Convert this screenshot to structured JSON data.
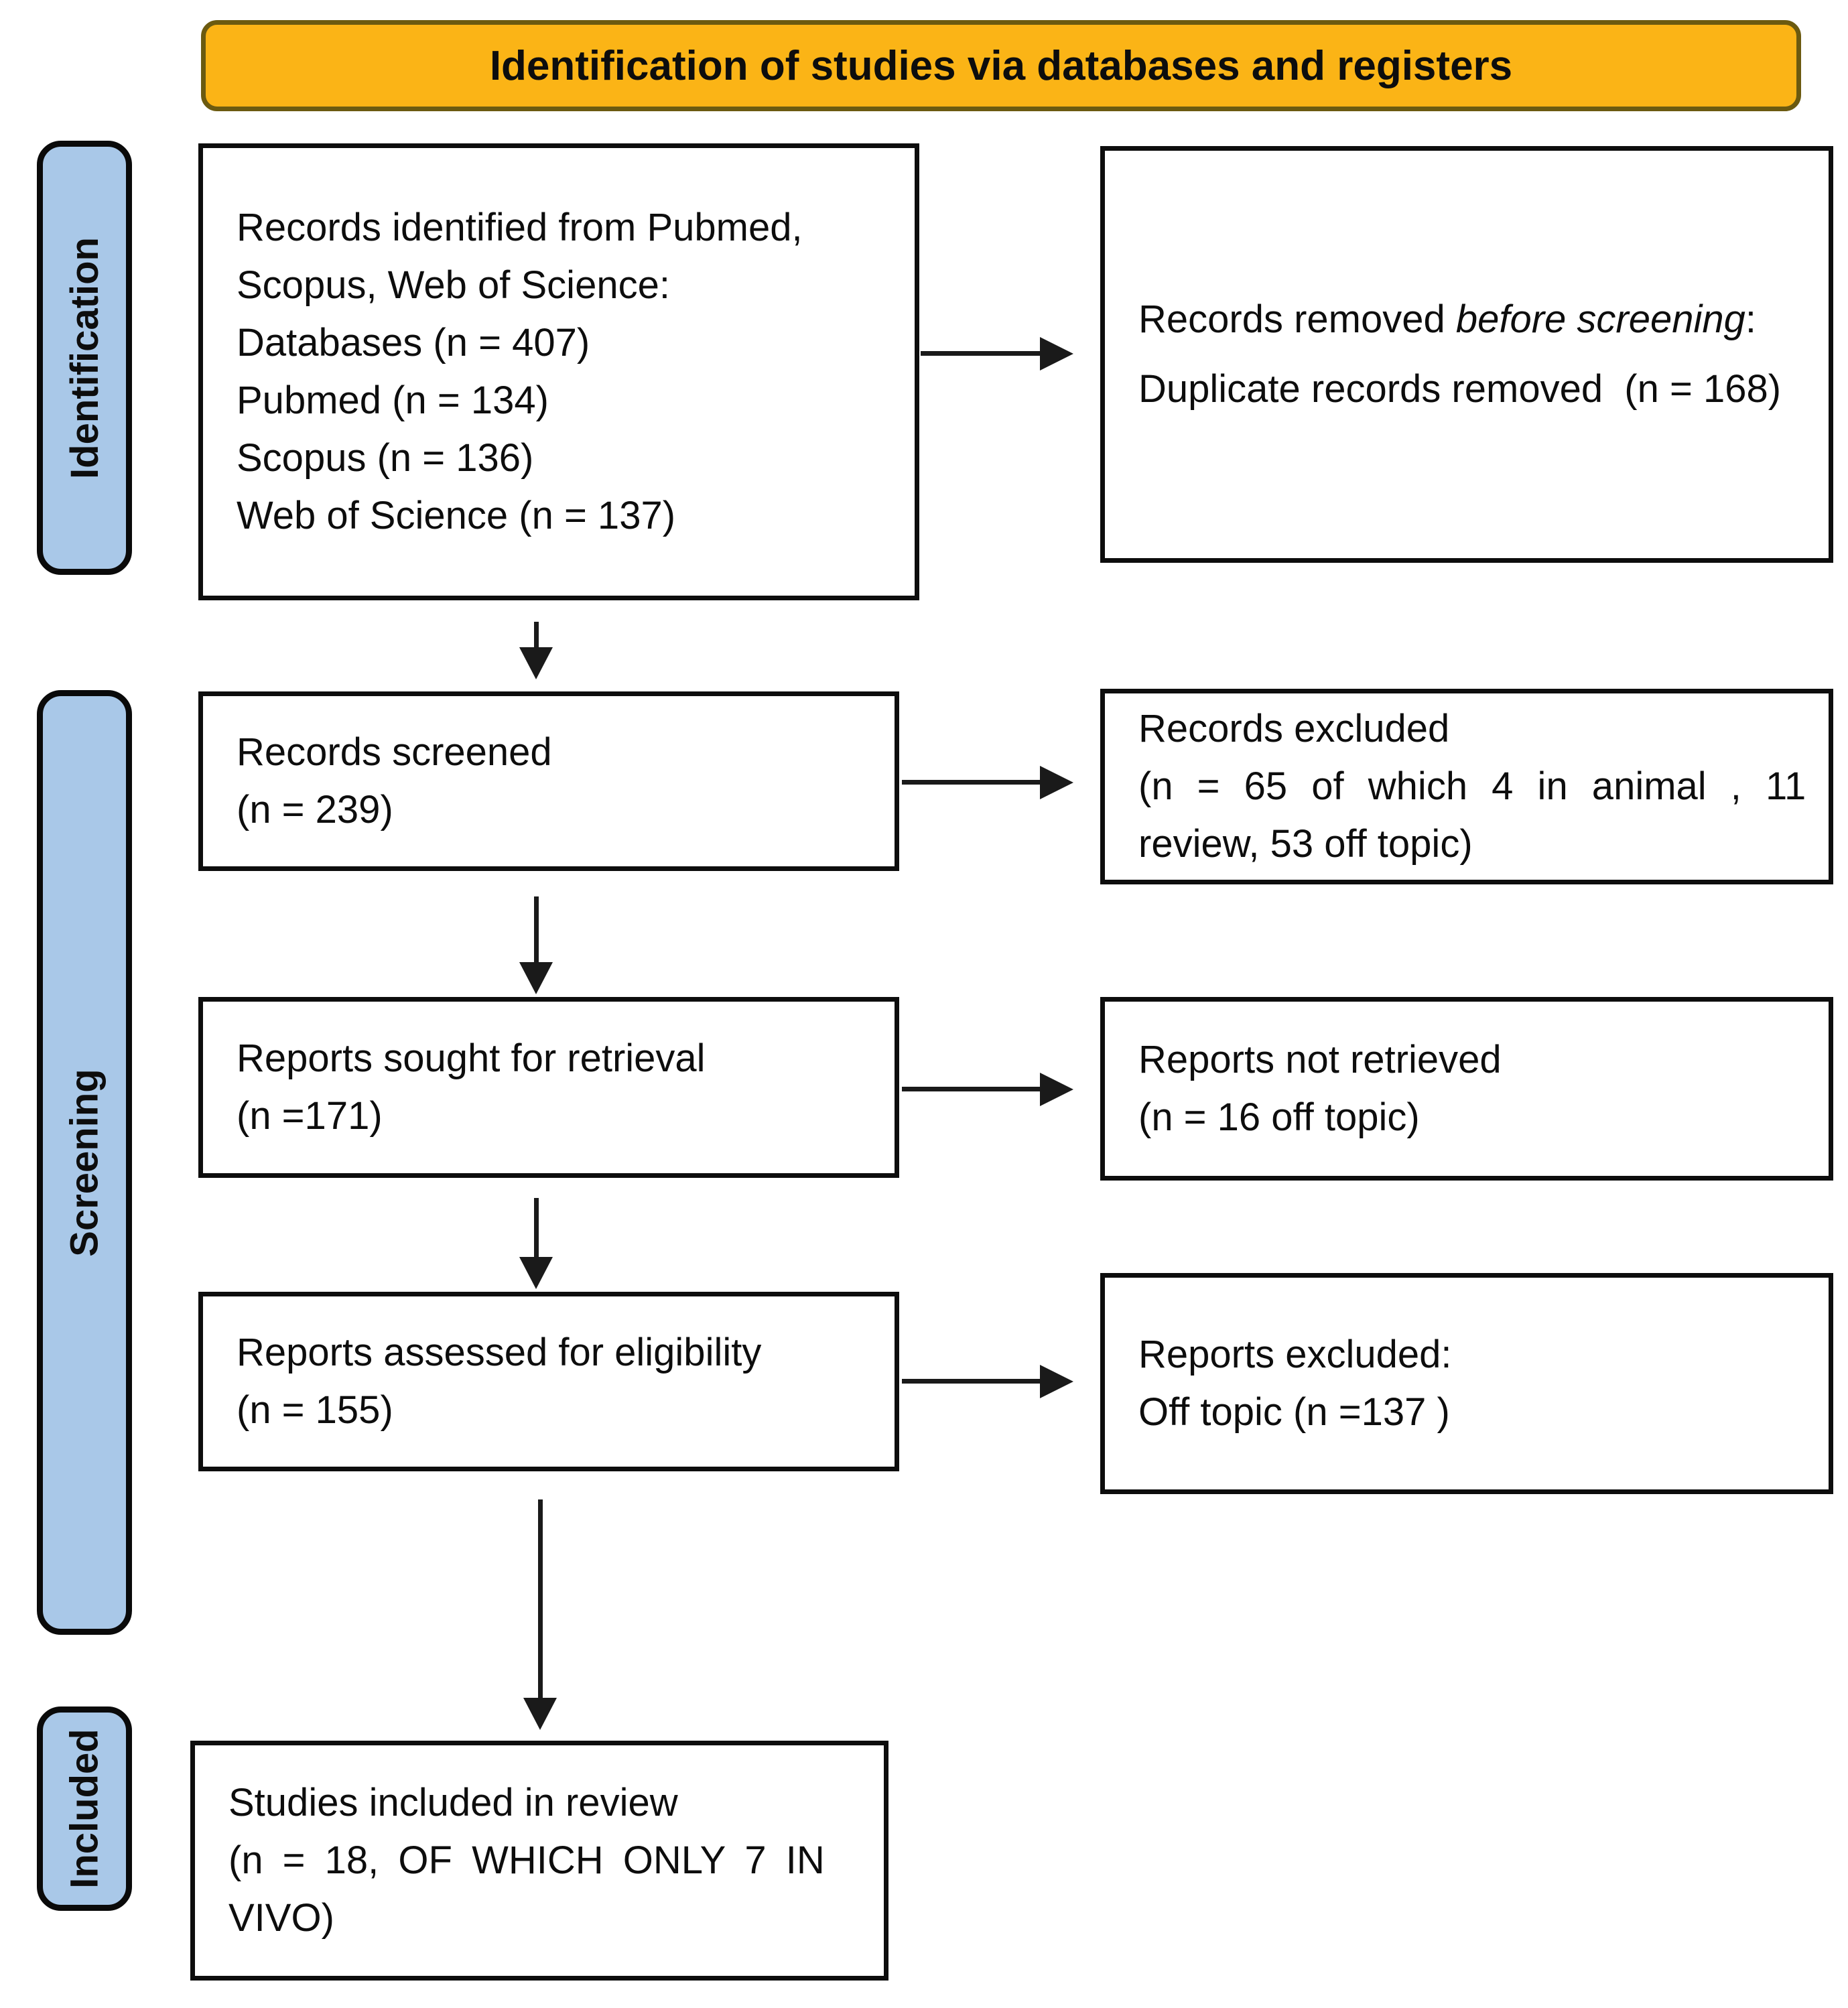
{
  "banner": {
    "title": "Identification of studies via databases and registers"
  },
  "stages": [
    {
      "label": "Identification"
    },
    {
      "label": "Screening"
    },
    {
      "label": "Included"
    }
  ],
  "boxes": {
    "identified": {
      "lines": [
        "Records identified from Pubmed,",
        "Scopus, Web of Science:",
        "Databases (n = 407)",
        "Pubmed (n = 134)",
        "Scopus (n = 136)",
        "Web of Science (n = 137)"
      ]
    },
    "removed": {
      "prefix": "Records removed ",
      "italic": "before screening",
      "suffix": ":",
      "line2": "Duplicate records removed  (n = 168)"
    },
    "screened": {
      "lines": [
        "Records screened",
        "(n = 239)"
      ]
    },
    "records_excluded": {
      "lines": [
        "Records excluded",
        "(n = 65 of which 4 in animal , 11",
        "review, 53 off topic)"
      ]
    },
    "sought": {
      "lines": [
        "Reports sought for retrieval",
        "(n =171)"
      ]
    },
    "not_retrieved": {
      "lines": [
        "Reports not retrieved",
        "(n = 16 off topic)"
      ]
    },
    "assessed": {
      "lines": [
        "Reports assessed for eligibility",
        "(n = 155)"
      ]
    },
    "reports_excluded": {
      "lines": [
        "Reports excluded:",
        "Off topic (n =137 )"
      ]
    },
    "included_review": {
      "lines": [
        "Studies included in review",
        "(n = 18, OF WHICH ONLY 7 IN",
        "VIVO)"
      ]
    }
  },
  "colors": {
    "banner_fill": "#FBB416",
    "banner_border": "#6B5A10",
    "stage_fill": "#A9C8E8",
    "stage_border": "#0A0A0A",
    "box_border": "#0D0D0D",
    "arrow": "#1A1A1A",
    "text": "#111111"
  }
}
